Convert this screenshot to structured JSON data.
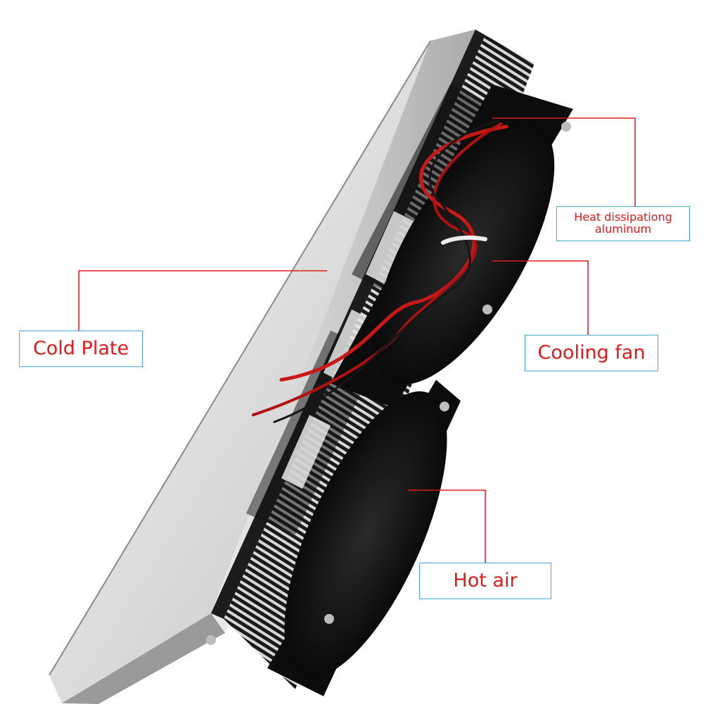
{
  "callouts": {
    "cold_plate": "Cold Plate",
    "heat_sink_line1": "Heat dissipationg",
    "heat_sink_line2": "aluminum",
    "cooling_fan": "Cooling fan",
    "hot_air": "Hot air"
  },
  "colors": {
    "label_text": "#e01b1b",
    "label_border": "#4aa6d6",
    "leader_line": "#e01b1b",
    "plate_silver": "#d9d9d9",
    "fan_black": "#141414",
    "wire_red": "#c81818"
  }
}
